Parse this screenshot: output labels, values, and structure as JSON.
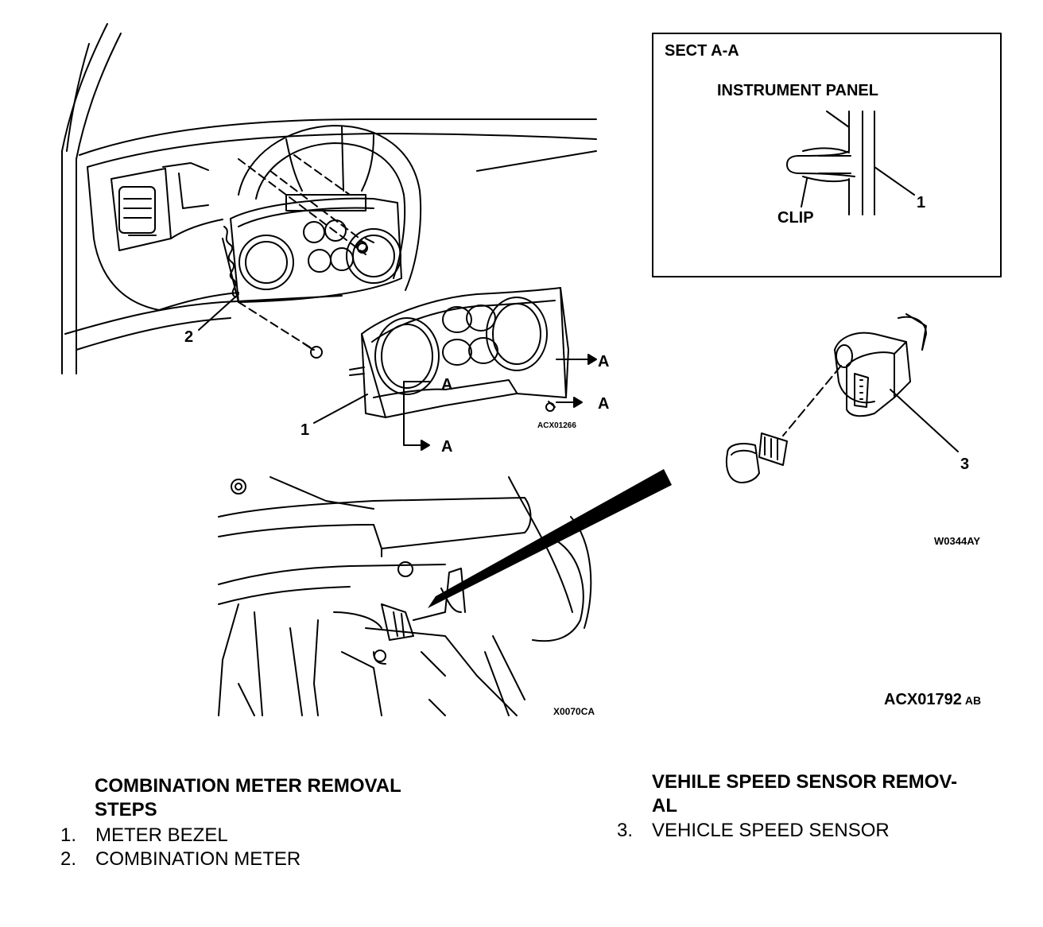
{
  "section": {
    "title": "SECT A-A",
    "instrument_panel_label": "INSTRUMENT PANEL",
    "clip_label": "CLIP",
    "callout": "1"
  },
  "callouts": {
    "combination_meter": "2",
    "meter_bezel": "1",
    "speed_sensor": "3"
  },
  "section_markers": [
    "A",
    "A",
    "A",
    "A"
  ],
  "figure_codes": {
    "bezel": "ACX01266",
    "sensor": "W0344AY",
    "underbody": "X0070CA",
    "main": "ACX01792",
    "main_suffix": "AB"
  },
  "meter_removal": {
    "heading_line1": "COMBINATION METER REMOVAL",
    "heading_line2": "STEPS",
    "steps": [
      {
        "num": "1.",
        "text": "METER BEZEL"
      },
      {
        "num": "2.",
        "text": "COMBINATION METER"
      }
    ]
  },
  "sensor_removal": {
    "heading_line1": "VEHILE SPEED SENSOR REMOV-",
    "heading_line2": "AL",
    "steps": [
      {
        "num": "3.",
        "text": "VEHICLE SPEED SENSOR"
      }
    ]
  }
}
